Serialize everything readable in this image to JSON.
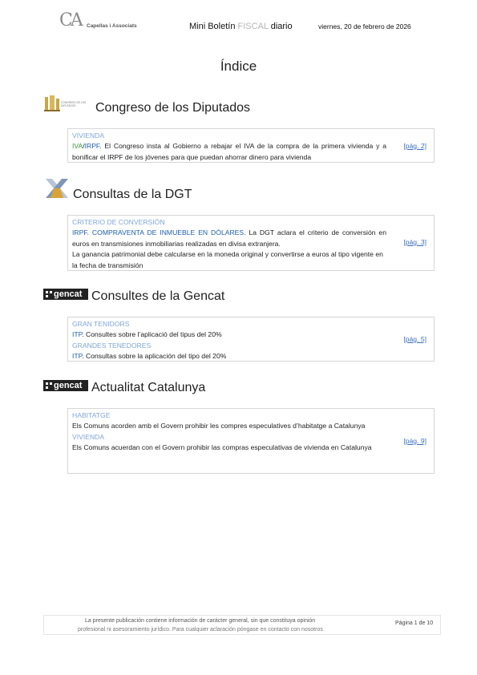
{
  "header": {
    "logo_text": "Capellas i Associats",
    "logo_mark": "CA",
    "title_pre": "Mini Boletín ",
    "title_mid": "FISCAL",
    "title_post": " diario",
    "date": "viernes, 20 de febrero de 2026"
  },
  "index_title": "Índice",
  "sections": [
    {
      "title": "Congreso de los Diputados",
      "icon": "congreso-logo-icon",
      "icon_text": "CONGRESO DE LOS DIPUTADOS",
      "entries": [
        {
          "category": "VIVIENDA",
          "tag_a": "IVA",
          "sep": "/",
          "tag_b": "IRPF",
          "text": ". El Congreso insta al Gobierno a rebajar el IVA de la compra de la primera vivienda y a bonificar el IRPF de los jóvenes para que puedan ahorrar dinero para vivienda"
        }
      ],
      "page_link": "[pág. 2]"
    },
    {
      "title": "Consultas de la DGT",
      "icon": "agencia-tributaria-icon",
      "entries": [
        {
          "category": "CRITERIO DE CONVERSIÓN",
          "tag": "IRPF. COMPRAVENTA DE INMUEBLE EN DÓLARES.",
          "text": " La DGT aclara el criterio de conversión en euros en transmisiones inmobiliarias realizadas en divisa extranjera.",
          "text2": "La ganancia patrimonial debe calcularse en la moneda original y convertirse a euros al tipo vigente en la fecha de transmisión"
        }
      ],
      "page_link": "[pág. 3]"
    },
    {
      "title": "Consultes de la Gencat",
      "icon": "gencat-logo-icon",
      "icon_text": "gencat",
      "entries": [
        {
          "category": "GRAN TENIDORS",
          "tag": "ITP",
          "text": ". Consultes sobre l’aplicació del tipus del 20%"
        },
        {
          "category": "GRANDES TENEDORES",
          "tag": "ITP",
          "text": ". Consultas sobre la aplicación del tipo del 20%"
        }
      ],
      "page_link": "[pág. 5]"
    },
    {
      "title": "Actualitat Catalunya",
      "icon": "gencat-logo-icon",
      "icon_text": "gencat",
      "entries": [
        {
          "category": "HABITATGE",
          "text": "Els Comuns acorden amb el Govern prohibir les compres especulatives d’habitatge a Catalunya"
        },
        {
          "category": "VIVIENDA",
          "text": "Els Comuns acuerdan con el Govern prohibir las compras especulativas de vivienda en Catalunya"
        }
      ],
      "page_link": "[pág. 9]"
    }
  ],
  "footer": {
    "line1": "La presente publicación contiene información de carácter general, sin que constituya opinión",
    "line2": "profesional ni asesoramiento jurídico. Para cualquier aclaración póngase en contacto con nosotros",
    "page": "Página 1 de 10"
  },
  "colors": {
    "category": "#7fa6d6",
    "tag": "#1f5fa8",
    "tag_green": "#3a9a3a",
    "link": "#3a6fbf",
    "border": "#d6d6d6"
  }
}
